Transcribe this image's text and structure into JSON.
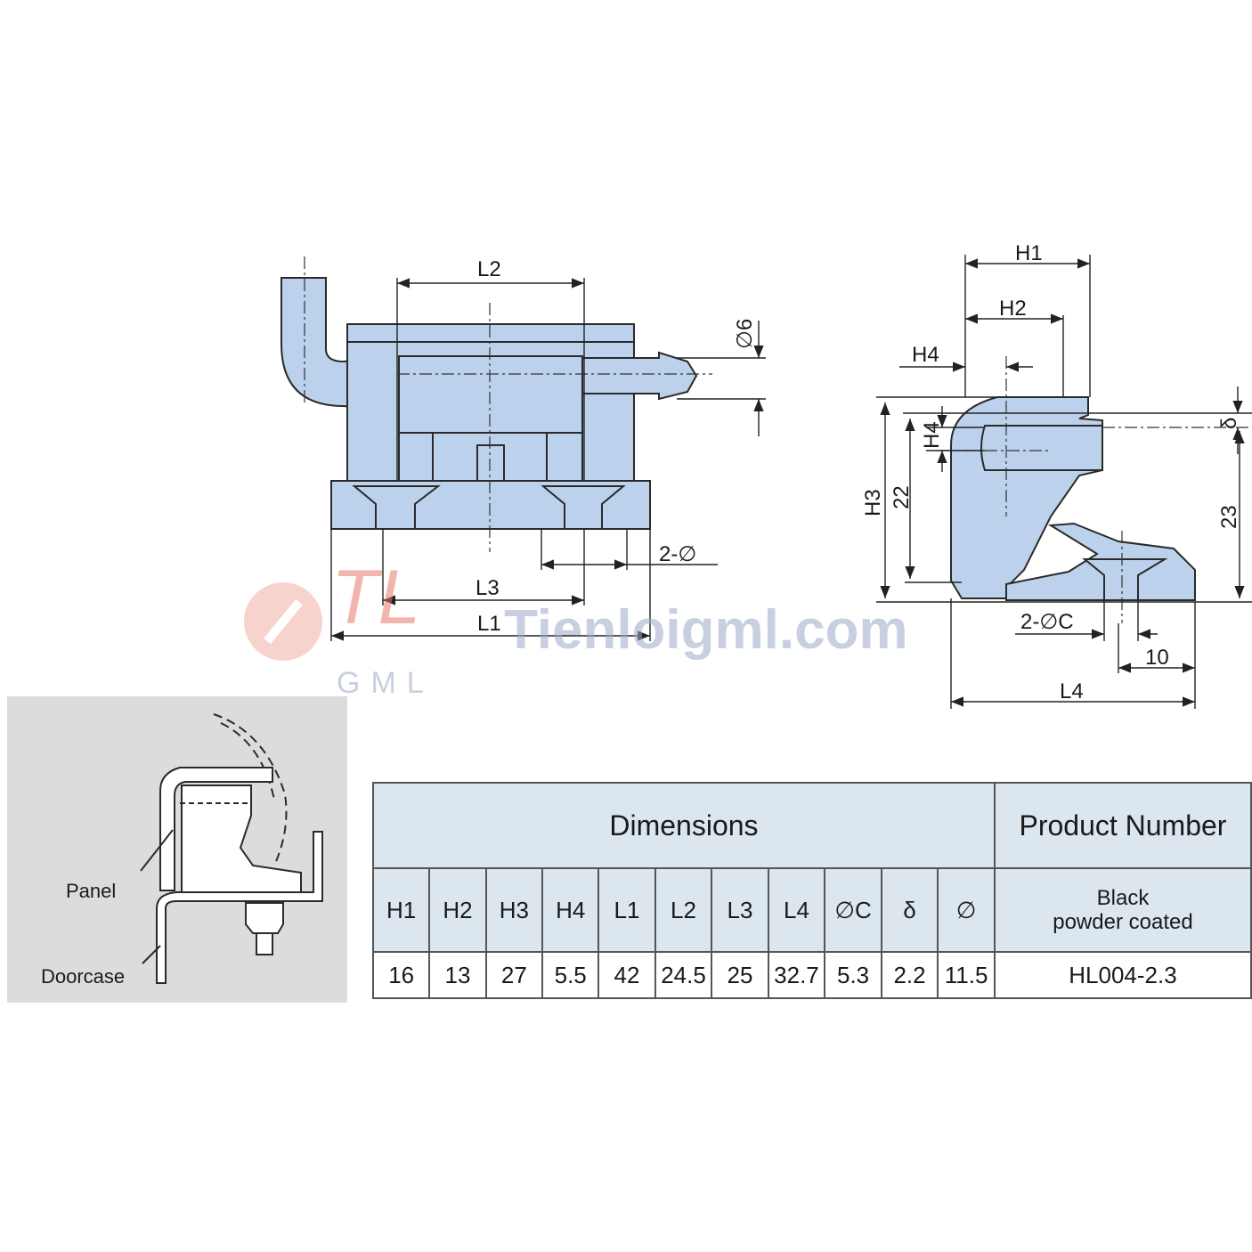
{
  "front_view": {
    "labels": {
      "l2": "L2",
      "d6": "∅6",
      "hole": "2-∅",
      "l3": "L3",
      "l1": "L1"
    }
  },
  "side_view": {
    "labels": {
      "h1": "H1",
      "h2": "H2",
      "h4": "H4",
      "h4_vertical": "H4",
      "h3": "H3",
      "d22": "22",
      "d23": "23",
      "delta": "δ",
      "hole_c": "2-∅C",
      "d10": "10",
      "l4": "L4"
    }
  },
  "watermark": {
    "brand": "TL",
    "text": "Tienloigml.com",
    "sub": "GML"
  },
  "inset": {
    "panel_label": "Panel",
    "doorcase_label": "Doorcase"
  },
  "colors": {
    "part_fill": "#bcd2ec",
    "outline": "#2a2a2a",
    "table_header": "#dce6ef",
    "inset_bg": "#dcdcdc"
  },
  "spec_table": {
    "dimensions_header": "Dimensions",
    "product_header": "Product Number",
    "columns": [
      "H1",
      "H2",
      "H3",
      "H4",
      "L1",
      "L2",
      "L3",
      "L4",
      "∅C",
      "δ",
      "∅"
    ],
    "finish": [
      "Black",
      "powder coated"
    ],
    "values": [
      "16",
      "13",
      "27",
      "5.5",
      "42",
      "24.5",
      "25",
      "32.7",
      "5.3",
      "2.2",
      "11.5"
    ],
    "product_number": "HL004-2.3"
  }
}
